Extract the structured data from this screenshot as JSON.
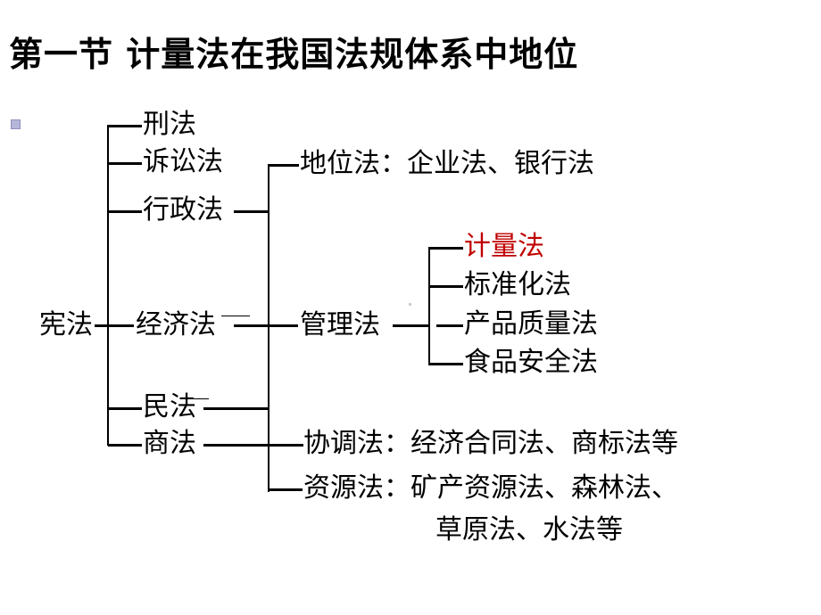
{
  "title": "第一节 计量法在我国法规体系中地位",
  "root": "宪法",
  "branches": {
    "criminal": "刑法",
    "procedure": "诉讼法",
    "admin": "行政法",
    "economic": "经济法",
    "civil": "民法",
    "commercial": "商法"
  },
  "economic_sub": {
    "status": "地位法：企业法、银行法",
    "management": "管理法",
    "coordination": "协调法：经济合同法、商标法等",
    "resource_line1": "资源法：矿产资源法、森林法、",
    "resource_line2": "草原法、水法等"
  },
  "management_sub": {
    "metrology": "计量法",
    "standardization": "标准化法",
    "quality": "产品质量法",
    "food_safety": "食品安全法"
  },
  "colors": {
    "highlight": "#c00000"
  }
}
